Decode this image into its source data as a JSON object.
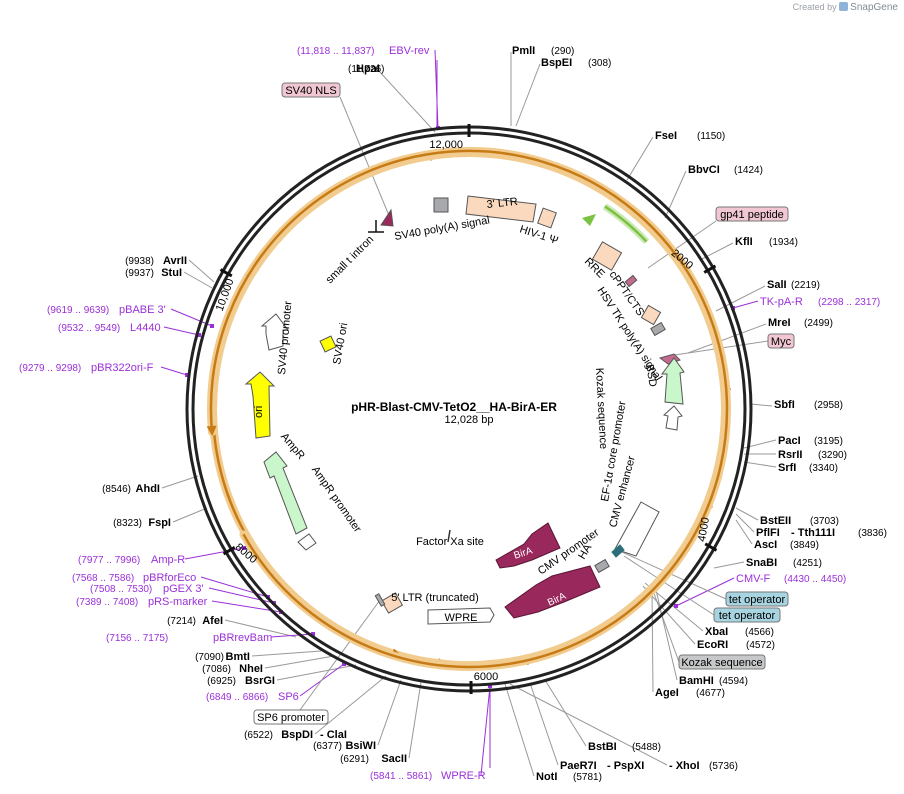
{
  "credit": {
    "prefix": "Created by",
    "brand": "SnapGene",
    "icon": "snapgene-logo-icon"
  },
  "plasmid": {
    "name": "pHR-Blast-CMV-TetO2__HA-BirA-ER",
    "size_text": "12,028 bp",
    "length": 12028
  },
  "ticks": [
    {
      "pos": 0,
      "label": "12,000"
    },
    {
      "pos": 2000,
      "label": "2000"
    },
    {
      "pos": 4000,
      "label": "4000"
    },
    {
      "pos": 6000,
      "label": "6000"
    },
    {
      "pos": 8000,
      "label": "8000"
    },
    {
      "pos": 10000,
      "label": "10,000"
    }
  ],
  "enzymes": [
    {
      "name": "PmlI",
      "pos_text": "(290)"
    },
    {
      "name": "BspEI",
      "pos_text": "(308)"
    },
    {
      "name": "FseI",
      "pos_text": "(1150)"
    },
    {
      "name": "BbvCI",
      "pos_text": "(1424)"
    },
    {
      "name": "KflI",
      "pos_text": "(1934)"
    },
    {
      "name": "SalI",
      "pos_text": "(2219)"
    },
    {
      "name": "MreI",
      "pos_text": "(2499)"
    },
    {
      "name": "SbfI",
      "pos_text": "(2958)"
    },
    {
      "name": "PacI",
      "pos_text": "(3195)"
    },
    {
      "name": "RsrII",
      "pos_text": "(3290)"
    },
    {
      "name": "SrfI",
      "pos_text": "(3340)"
    },
    {
      "name": "BstEII",
      "pos_text": "(3703)"
    },
    {
      "name": "PflFI",
      "pos_text": ""
    },
    {
      "name": "- Tth111I",
      "pos_text": "(3836)"
    },
    {
      "name": "AscI",
      "pos_text": "(3849)"
    },
    {
      "name": "SnaBI",
      "pos_text": "(4251)"
    },
    {
      "name": "XbaI",
      "pos_text": "(4566)"
    },
    {
      "name": "EcoRI",
      "pos_text": "(4572)"
    },
    {
      "name": "BamHI",
      "pos_text": "(4594)"
    },
    {
      "name": "AgeI",
      "pos_text": "(4677)"
    },
    {
      "name": "BstBI",
      "pos_text": "(5488)"
    },
    {
      "name": "PaeR7I",
      "pos_text": ""
    },
    {
      "name": "- PspXI",
      "pos_text": ""
    },
    {
      "name": "- XhoI",
      "pos_text": "(5736)"
    },
    {
      "name": "NotI",
      "pos_text": "(5781)"
    },
    {
      "name": "SacII",
      "pos_text": "(6291)"
    },
    {
      "name": "BsiWI",
      "pos_text": "(6377)"
    },
    {
      "name": "BspDI",
      "pos_text": "(6522)"
    },
    {
      "name": "- ClaI",
      "pos_text": ""
    },
    {
      "name": "BsrGI",
      "pos_text": "(6925)"
    },
    {
      "name": "NheI",
      "pos_text": "(7086)"
    },
    {
      "name": "BmtI",
      "pos_text": "(7090)"
    },
    {
      "name": "AfeI",
      "pos_text": "(7214)"
    },
    {
      "name": "FspI",
      "pos_text": "(8323)"
    },
    {
      "name": "AhdI",
      "pos_text": "(8546)"
    },
    {
      "name": "StuI",
      "pos_text": "(9937)"
    },
    {
      "name": "AvrII",
      "pos_text": "(9938)"
    },
    {
      "name": "HpaI",
      "pos_text": "(11,726)"
    }
  ],
  "primers": [
    {
      "name": "EBV-rev",
      "range": "(11,818 .. 11,837)"
    },
    {
      "name": "TK-pA-R",
      "range": "(2298 .. 2317)"
    },
    {
      "name": "CMV-F",
      "range": "(4430 .. 4450)"
    },
    {
      "name": "WPRE-R",
      "range": "(5841 .. 5861)"
    },
    {
      "name": "SP6",
      "range": "(6849 .. 6866)"
    },
    {
      "name": "pBRrevBam",
      "range": "(7156 .. 7175)"
    },
    {
      "name": "pRS-marker",
      "range": "(7389 .. 7408)"
    },
    {
      "name": "pGEX 3'",
      "range": "(7508 .. 7530)"
    },
    {
      "name": "pBRforEco",
      "range": "(7568 .. 7586)"
    },
    {
      "name": "Amp-R",
      "range": "(7977 .. 7996)"
    },
    {
      "name": "pBR322ori-F",
      "range": "(9279 .. 9298)"
    },
    {
      "name": "L4440",
      "range": "(9532 .. 9549)"
    },
    {
      "name": "pBABE 3'",
      "range": "(9619 .. 9639)"
    }
  ],
  "boxed_labels": [
    {
      "text": "SV40 NLS",
      "style": "pink"
    },
    {
      "text": "gp41 peptide",
      "style": "pink"
    },
    {
      "text": "Myc",
      "style": "pink"
    },
    {
      "text": "tet operator",
      "style": "blue"
    },
    {
      "text": "tet operator",
      "style": "blue"
    },
    {
      "text": "Kozak sequence",
      "style": "gray"
    },
    {
      "text": "SP6 promoter",
      "style": "white"
    }
  ],
  "features": [
    "3' LTR",
    "HIV-1 Ψ",
    "RRE",
    "cPPT/CTS",
    "HSV TK poly(A) signal",
    "BSD",
    "Kozak sequence",
    "EF-1α core promoter",
    "CMV enhancer",
    "CMV promoter",
    "HA",
    "BirA",
    "BirA",
    "Factor Xa site",
    "WPRE",
    "5' LTR (truncated)",
    "AmpR promoter",
    "AmpR",
    "ori",
    "SV40 promoter",
    "SV40 ori",
    "small t intron",
    "SV40 poly(A) signal"
  ],
  "colors": {
    "backbone": "#222222",
    "enzyme_line": "#999999",
    "primer": "#9b30d9",
    "orf_halo": "#f1cc8e",
    "orf_arrow": "#c77b16",
    "ltr": "#fbd9be",
    "promoter": "#ffffff",
    "ori": "#ffff00",
    "amp": "#c9f7cb",
    "birA": "#99295c",
    "gray_box": "#a7a9ac",
    "green_arrow": "#7bc242",
    "pink_box": "#f0c7d2",
    "blue_box": "#a6d4e0"
  }
}
